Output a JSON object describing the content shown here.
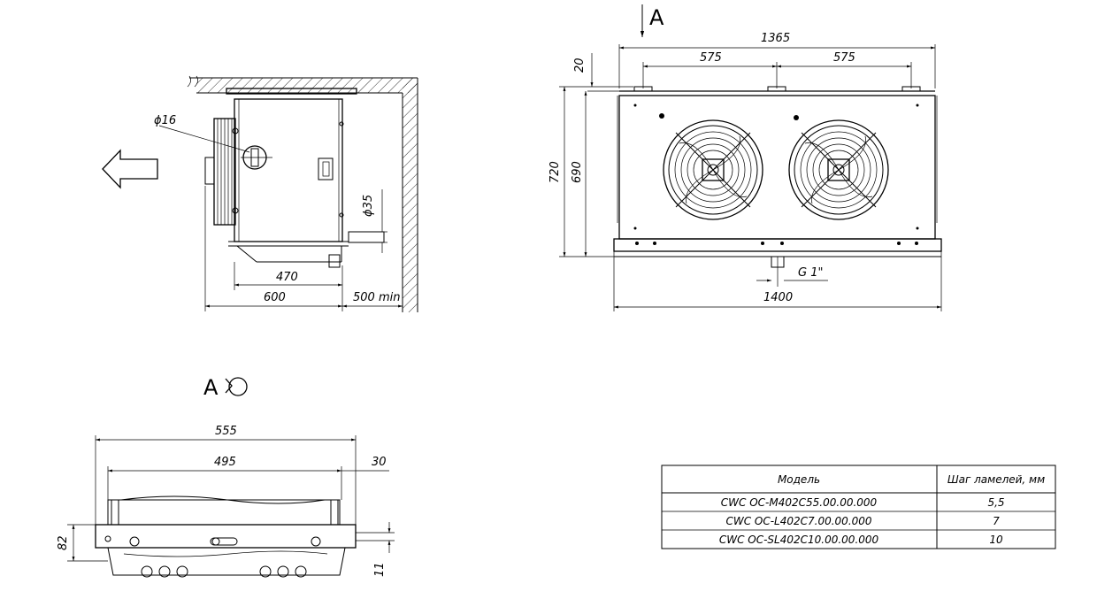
{
  "side_view": {
    "dia_inlet": "ϕ16",
    "dia_outlet": "ϕ35",
    "dim_470": "470",
    "dim_600": "600",
    "dim_500min": "500 min"
  },
  "front_view": {
    "view_label": "A",
    "dim_1365": "1365",
    "dim_575_left": "575",
    "dim_575_right": "575",
    "dim_20": "20",
    "dim_720": "720",
    "dim_690": "690",
    "drain": "G 1\"",
    "dim_1400": "1400"
  },
  "bottom_view": {
    "view_label": "A",
    "dim_555": "555",
    "dim_495": "495",
    "dim_30": "30",
    "dim_82": "82",
    "dim_11": "11"
  },
  "table": {
    "headers": [
      "Модель",
      "Шаг ламелей, мм"
    ],
    "rows": [
      [
        "CWC OC-M402C55.00.00.000",
        "5,5"
      ],
      [
        "CWC OC-L402C7.00.00.000",
        "7"
      ],
      [
        "CWC OC-SL402C10.00.00.000",
        "10"
      ]
    ]
  }
}
